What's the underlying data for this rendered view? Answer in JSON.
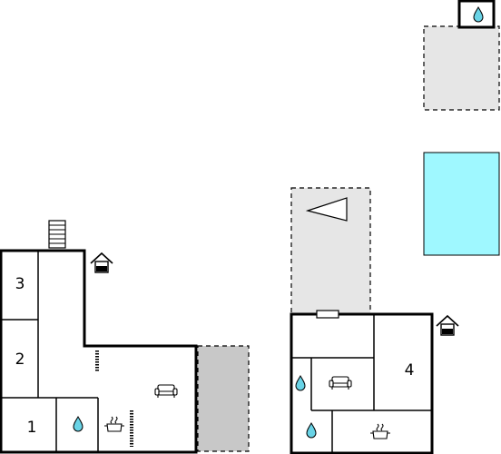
{
  "rooms": {
    "room_1": "1",
    "room_2": "2",
    "room_3": "3",
    "room_4": "4"
  },
  "colors": {
    "wall": "#000000",
    "terrace": "#e6e6e6",
    "terrace_dark": "#c8c8c8",
    "pool": "#9ff8ff",
    "water": "#69d3e6"
  },
  "icons": [
    "water-drop-icon",
    "sofa-icon",
    "stove-pot-icon",
    "house-entrance-icon",
    "stairs-icon",
    "window-icon",
    "bbq-triangle-icon"
  ]
}
